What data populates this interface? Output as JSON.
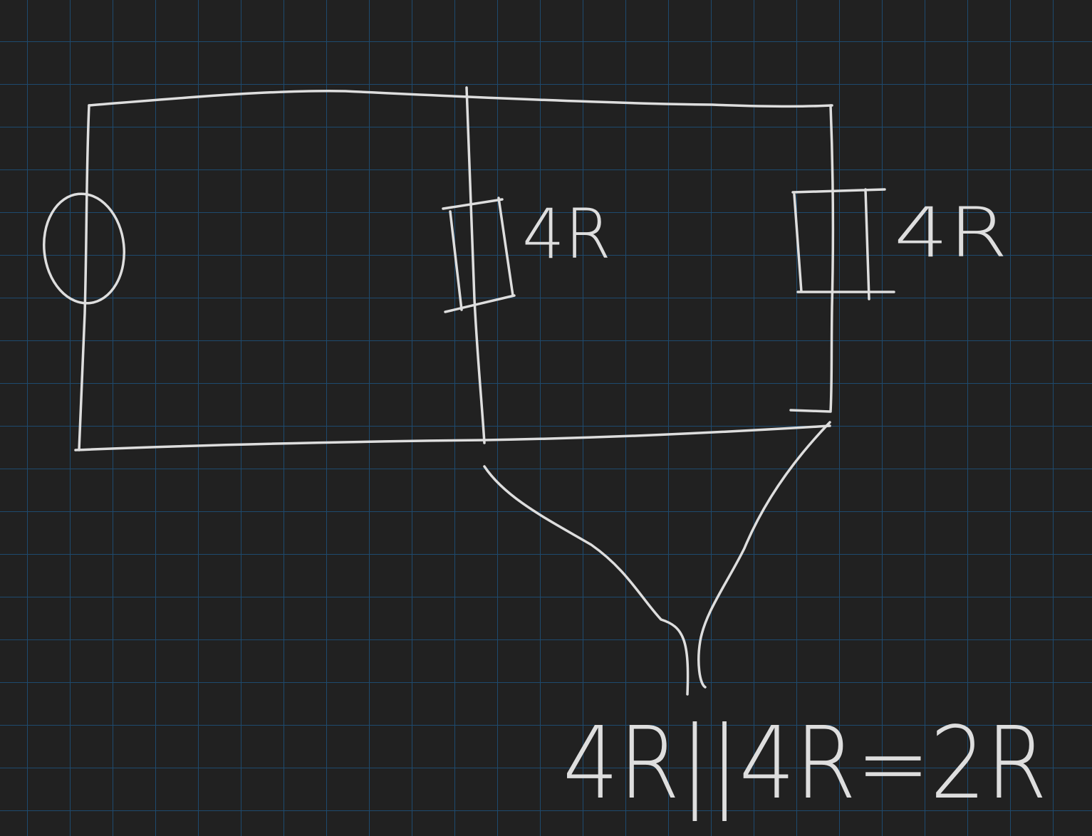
{
  "canvas": {
    "background": "#212121",
    "grid_color": "#1e4a6e",
    "ink_color": "#dedede"
  },
  "diagram": {
    "resistor_left_label": "4R",
    "resistor_right_label": "4R",
    "equation": "4R||4R=2R"
  }
}
